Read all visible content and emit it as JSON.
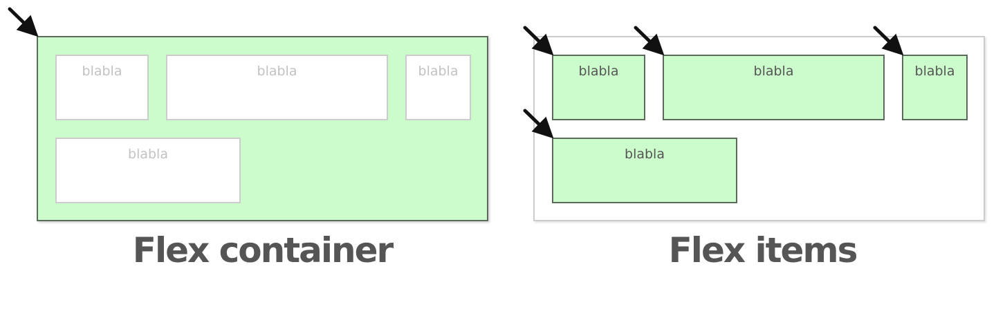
{
  "flex_container": {
    "caption": "Flex container",
    "boxes": [
      "blabla",
      "blabla",
      "blabla",
      "blabla"
    ]
  },
  "flex_items": {
    "caption": "Flex items",
    "boxes": [
      "blabla",
      "blabla",
      "blabla",
      "blabla"
    ]
  },
  "colors": {
    "highlight_fill": "#ccfccc",
    "highlight_border": "#5c6a5c",
    "muted_border": "#cccccc",
    "muted_text": "#c2c2c2",
    "text": "#555555",
    "arrow": "#111111"
  },
  "icons": [
    "arrow-pointer-icon"
  ]
}
